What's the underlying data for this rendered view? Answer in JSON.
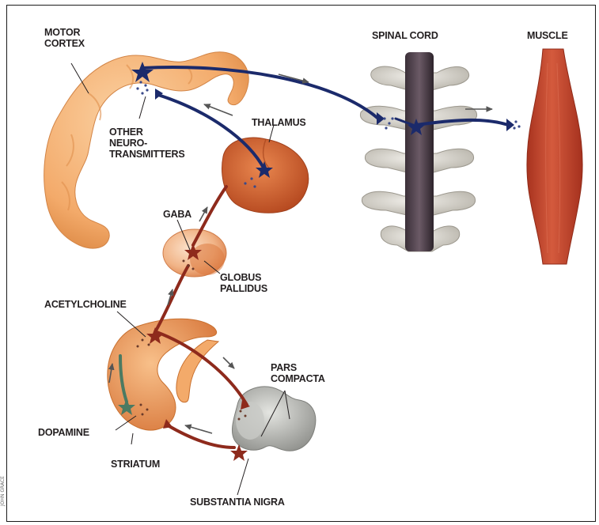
{
  "labels": {
    "motor_cortex": "MOTOR\nCORTEX",
    "spinal_cord": "SPINAL CORD",
    "muscle": "MUSCLE",
    "thalamus": "THALAMUS",
    "other_neurotransmitters": "OTHER\nNEURO-\nTRANSMITTERS",
    "gaba": "GABA",
    "globus_pallidus": "GLOBUS\nPALLIDUS",
    "acetylcholine": "ACETYLCHOLINE",
    "pars_compacta": "PARS\nCOMPACTA",
    "dopamine": "DOPAMINE",
    "striatum": "STRIATUM",
    "substantia_nigra": "SUBSTANTIA NIGRA"
  },
  "credit": "JOHN GRACE",
  "colors": {
    "brain_orange": "#f0a35e",
    "thalamus_red": "#c8582a",
    "pathway_blue": "#1b2a6b",
    "pathway_red": "#8e2a1c",
    "muscle_red": "#c4452e",
    "spine_bone": "#d9d6cf",
    "nigra_gray": "#b9bab6"
  }
}
